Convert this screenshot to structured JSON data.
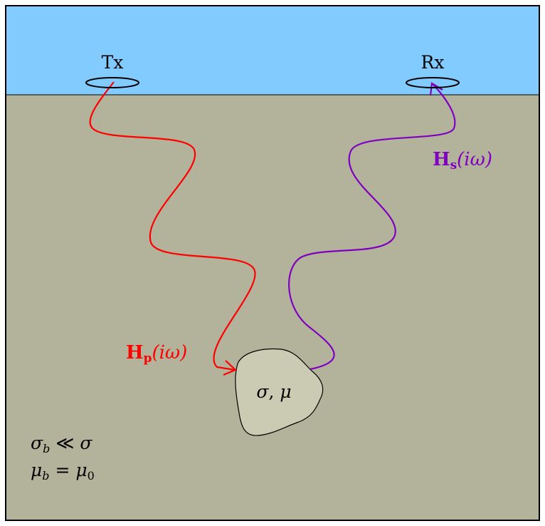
{
  "colors": {
    "sky": "#82cbff",
    "ground": "#b3b39b",
    "body_fill": "#cbcbb3",
    "primary_field": "#ff0000",
    "secondary_field": "#8000c0",
    "outline": "#000000"
  },
  "transmitter": {
    "label": "Tx",
    "icon": "loop-antenna-icon"
  },
  "receiver": {
    "label": "Rx",
    "icon": "loop-antenna-icon"
  },
  "primary_field": {
    "symbol": "H",
    "subscript": "p",
    "argument": "(iω)"
  },
  "secondary_field": {
    "symbol": "H",
    "subscript": "s",
    "argument": "(iω)"
  },
  "target_body": {
    "label_sigma": "σ",
    "label_sep": ", ",
    "label_mu": "μ"
  },
  "background": {
    "cond_left": "σ",
    "cond_left_sub": "b",
    "cond_relation": " ≪ ",
    "cond_right": "σ",
    "perm_left": "μ",
    "perm_left_sub": "b",
    "perm_relation": " = ",
    "perm_right": "μ",
    "perm_right_sub": "0"
  }
}
